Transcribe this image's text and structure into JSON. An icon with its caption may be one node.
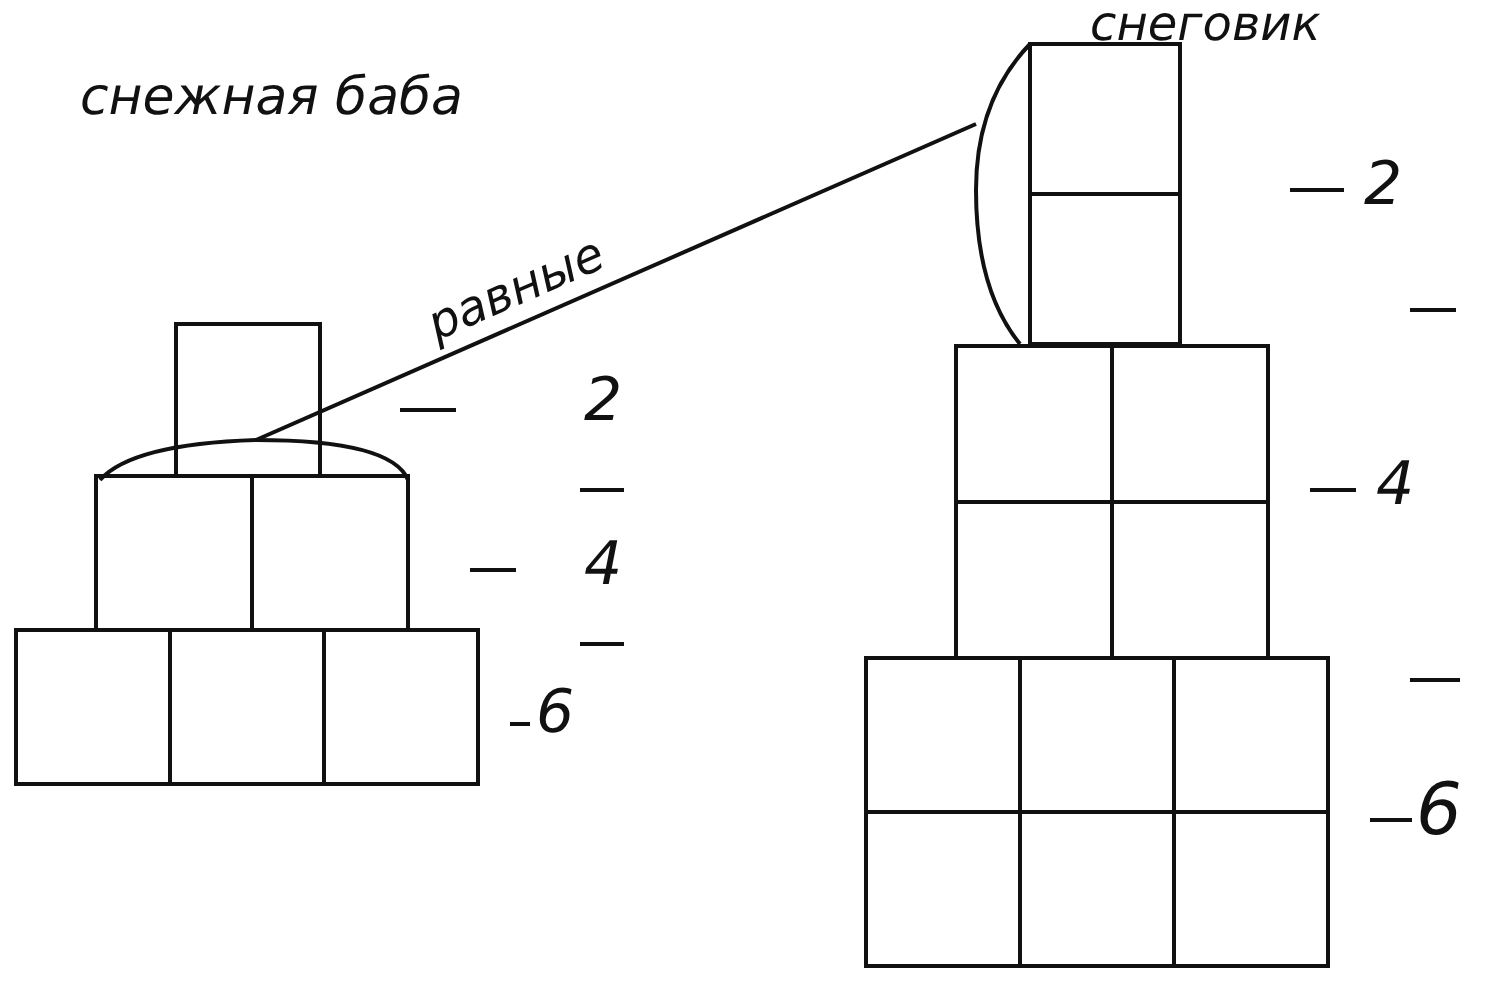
{
  "diagram": {
    "nodes": [
      {
        "text": [],
        "shape": "arc"
      },
      {
        "text": [],
        "shape": "arc"
      }
    ],
    "edges": [
      {
        "from": 0,
        "to": 1,
        "arrow": "none",
        "label": "равные"
      }
    ],
    "labels": [
      "снеговик",
      "снежная баба",
      "2",
      "2",
      "4",
      "4",
      "6",
      "6"
    ]
  }
}
